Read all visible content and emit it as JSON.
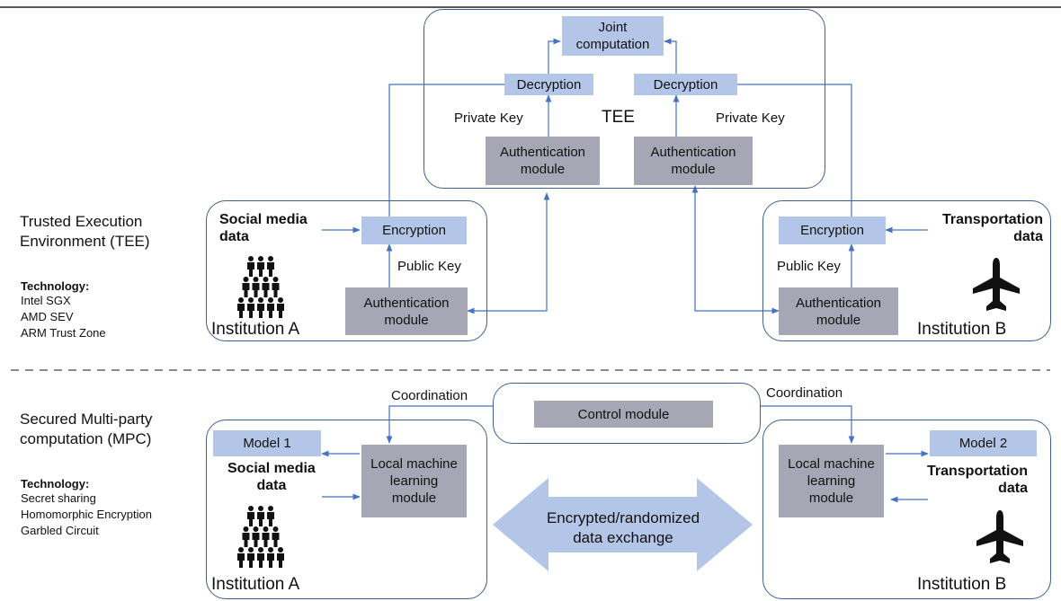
{
  "tee": {
    "section_title": "Trusted Execution\nEnvironment (TEE)",
    "technology_label": "Technology:",
    "technology_items": "Intel SGX\nAMD SEV\nARM Trust Zone",
    "enclave_label": "TEE",
    "joint_computation": "Joint\ncomputation",
    "decryption_a": "Decryption",
    "decryption_b": "Decryption",
    "private_key_a": "Private Key",
    "private_key_b": "Private Key",
    "auth_tee_a": "Authentication\nmodule",
    "auth_tee_b": "Authentication\nmodule",
    "inst_a": {
      "data": "Social media\ndata",
      "encryption": "Encryption",
      "public_key": "Public Key",
      "auth": "Authentication\nmodule",
      "name": "Institution A"
    },
    "inst_b": {
      "data": "Transportation\ndata",
      "encryption": "Encryption",
      "public_key": "Public Key",
      "auth": "Authentication\nmodule",
      "name": "Institution B"
    }
  },
  "mpc": {
    "section_title": "Secured Multi-party\ncomputation (MPC)",
    "technology_label": "Technology:",
    "technology_items": "Secret sharing\nHomomorphic Encryption\nGarbled Circuit",
    "control_module": "Control module",
    "coordination_a": "Coordination",
    "coordination_b": "Coordination",
    "exchange": "Encrypted/randomized\ndata exchange",
    "inst_a": {
      "model": "Model 1",
      "data": "Social media\ndata",
      "local_ml": "Local machine\nlearning\nmodule",
      "name": "Institution A"
    },
    "inst_b": {
      "model": "Model 2",
      "data": "Transportation\ndata",
      "local_ml": "Local machine\nlearning\nmodule",
      "name": "Institution B"
    }
  },
  "icons": {
    "people": "people-pyramid-icon",
    "airplane": "airplane-icon"
  },
  "colors": {
    "light_box": "#b4c6e7",
    "dark_box": "#a6a6b4",
    "arrow": "#4472c4",
    "border": "#3f5f8f",
    "exchange_arrow": "#b4c6e7"
  }
}
